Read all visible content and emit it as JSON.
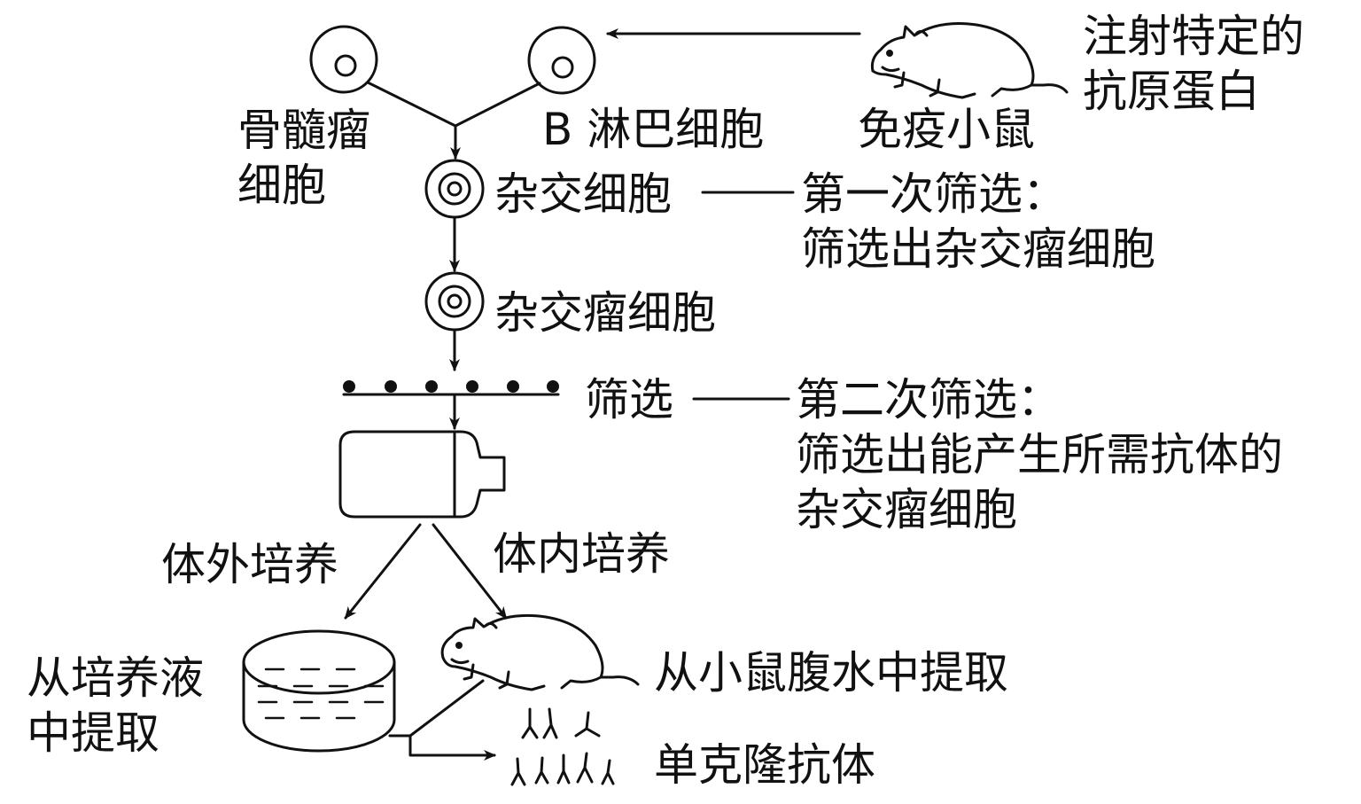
{
  "diagram": {
    "labels": {
      "myeloma_cell_line1": "骨髓瘤",
      "myeloma_cell_line2": "细胞",
      "b_cell": "B 淋巴细胞",
      "immune_mouse": "免疫小鼠",
      "antigen_line1": "注射特定的",
      "antigen_line2": "抗原蛋白",
      "hybrid_cell": "杂交细胞",
      "first_screen_title": "第一次筛选：",
      "first_screen_desc": "筛选出杂交瘤细胞",
      "hybridoma_cell": "杂交瘤细胞",
      "screen": "筛选",
      "second_screen_title": "第二次筛选：",
      "second_screen_desc_line1": "筛选出能产生所需抗体的",
      "second_screen_desc_line2": "杂交瘤细胞",
      "in_vitro_culture": "体外培养",
      "in_vivo_culture": "体内培养",
      "extract_medium_line1": "从培养液",
      "extract_medium_line2": "中提取",
      "extract_ascites": "从小鼠腹水中提取",
      "monoclonal_antibody": "单克隆抗体"
    },
    "colors": {
      "ink": "#111111",
      "background": "#ffffff"
    }
  }
}
